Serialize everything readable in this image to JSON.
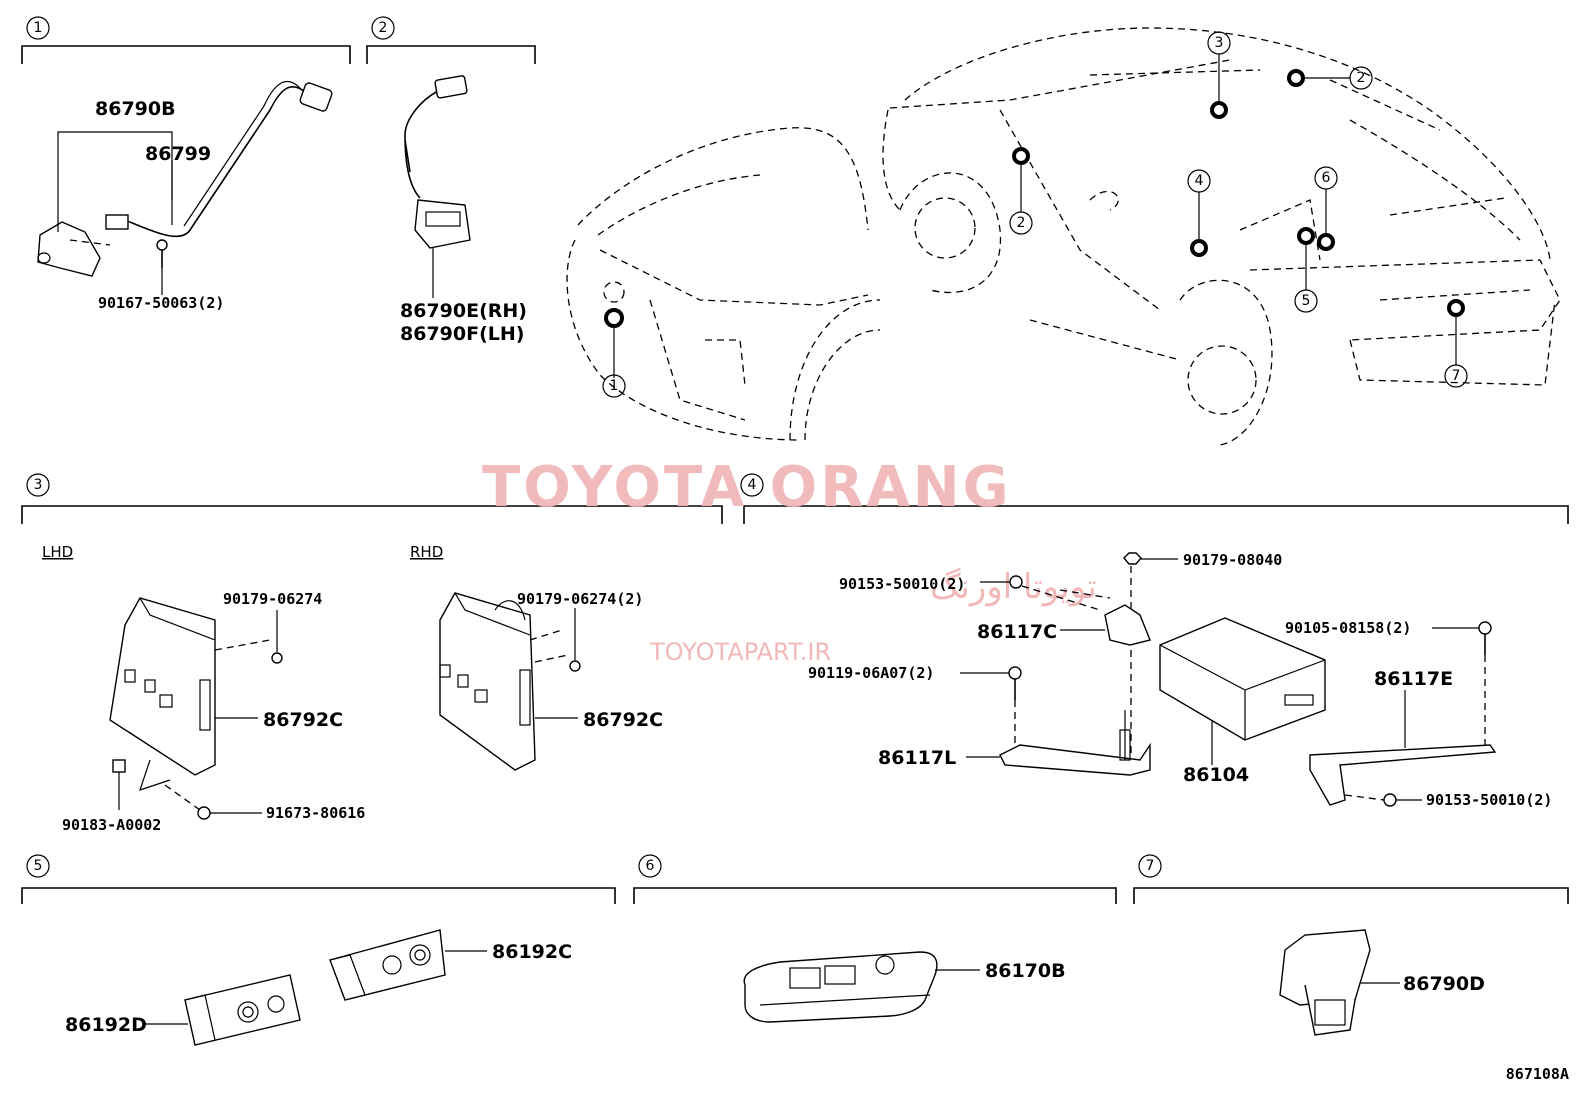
{
  "watermark": {
    "line1": "TOYOTA ORANG",
    "line2": "تویوتا اورنگ",
    "line3": "TOYOTAPART.IR"
  },
  "diagram_id": "867108A",
  "sections": [
    {
      "num": "1"
    },
    {
      "num": "2"
    },
    {
      "num": "3"
    },
    {
      "num": "4"
    },
    {
      "num": "5"
    },
    {
      "num": "6"
    },
    {
      "num": "7"
    }
  ],
  "car_callouts": [
    "1",
    "2",
    "3",
    "2",
    "4",
    "6",
    "5",
    "7"
  ],
  "section1": {
    "parts": [
      "86790B",
      "86799",
      "90167-50063(2)"
    ]
  },
  "section2": {
    "parts": [
      "86790E(RH)",
      "86790F(LH)"
    ]
  },
  "section3": {
    "lhd_label": "LHD",
    "rhd_label": "RHD",
    "lhd_parts": [
      "90179-06274",
      "86792C",
      "90183-A0002",
      "91673-80616"
    ],
    "rhd_parts": [
      "90179-06274(2)",
      "86792C"
    ]
  },
  "section4": {
    "parts": [
      "90153-50010(2)",
      "90179-08040",
      "86117C",
      "90105-08158(2)",
      "90119-06A07(2)",
      "86117E",
      "86117L",
      "86104",
      "90153-50010(2)"
    ]
  },
  "section5": {
    "parts": [
      "86192C",
      "86192D"
    ]
  },
  "section6": {
    "parts": [
      "86170B"
    ]
  },
  "section7": {
    "parts": [
      "86790D"
    ]
  }
}
